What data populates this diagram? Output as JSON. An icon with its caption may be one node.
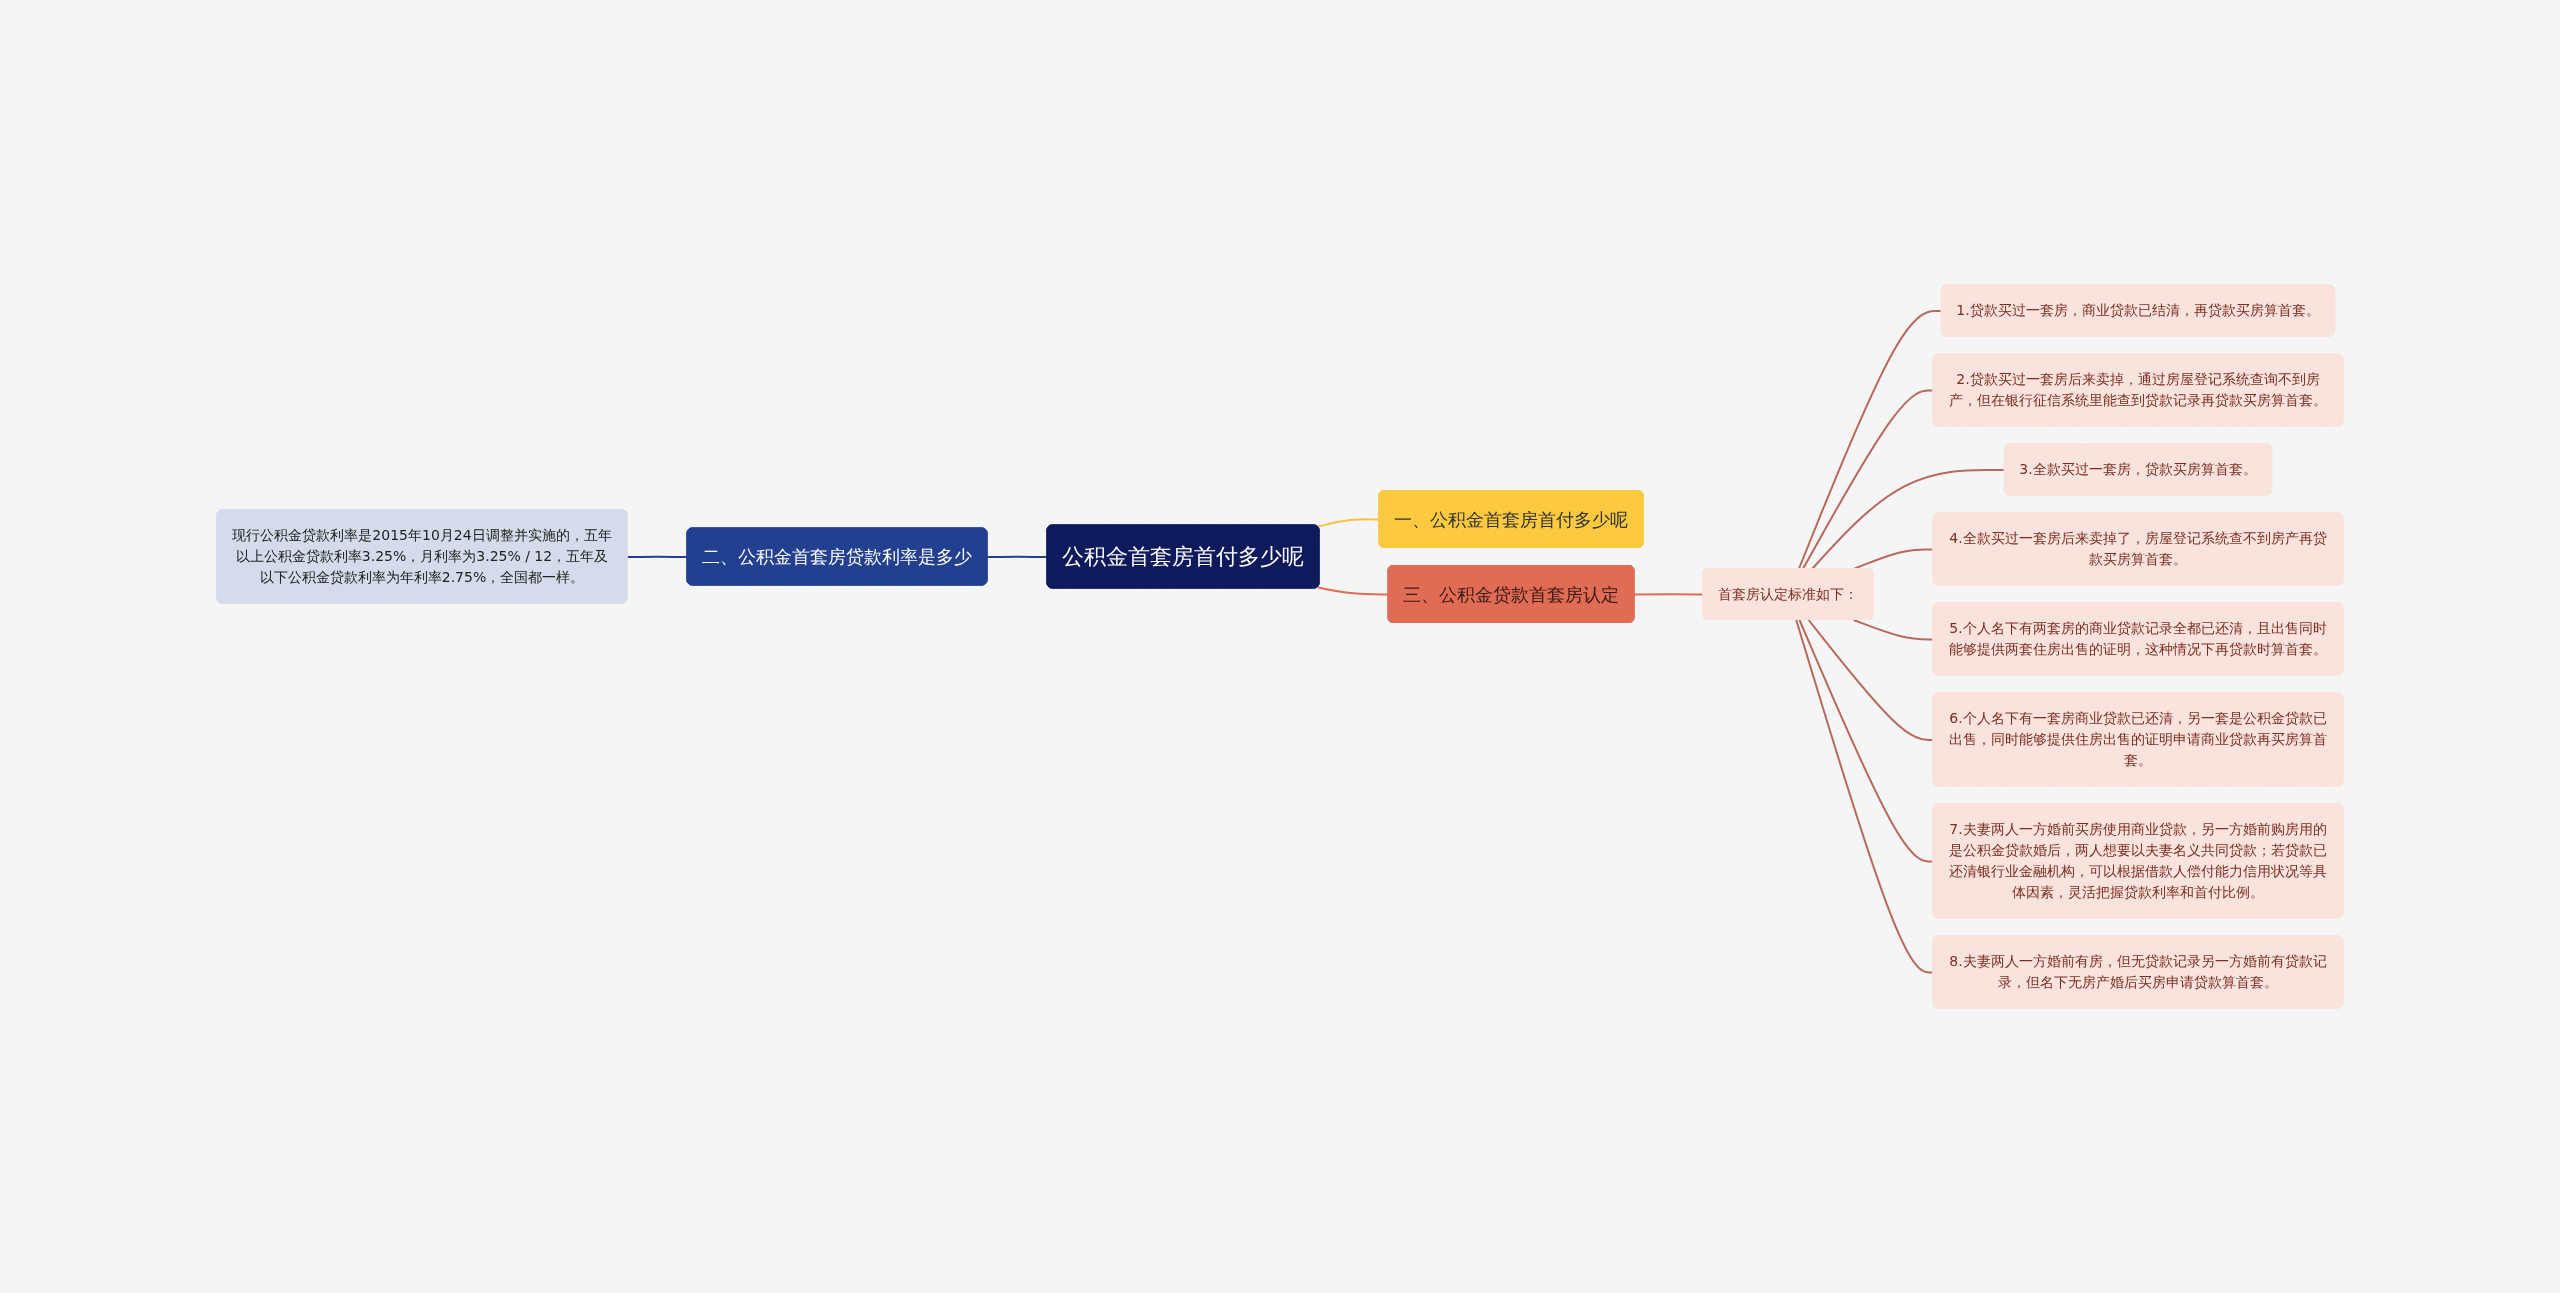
{
  "diagram": {
    "nodes": [
      {
        "text": [
          "公积金首套房首付多少呢"
        ]
      },
      {
        "text": [
          "一、公积金首套房首付多少呢"
        ]
      },
      {
        "text": [
          "二、公积金首套房贷款利率是多少"
        ]
      },
      {
        "text": [
          "现行公积金贷款利率是2015年10月24日调整并实施的，五年以上公积金贷款利率3.25%，月利率为3.25% / 12，五年及以下公积金贷款利率为年利率2.75%，全国都一样。"
        ]
      },
      {
        "text": [
          "三、公积金贷款首套房认定"
        ]
      },
      {
        "text": [
          "首套房认定标准如下："
        ]
      },
      {
        "text": [
          "1.贷款买过一套房，商业贷款已结清，再贷款买房算首套。"
        ]
      },
      {
        "text": [
          "2.贷款买过一套房后来卖掉，通过房屋登记系统查询不到房产，但在银行征信系统里能查到贷款记录再贷款买房算首套。"
        ]
      },
      {
        "text": [
          "3.全款买过一套房，贷款买房算首套。"
        ]
      },
      {
        "text": [
          "4.全款买过一套房后来卖掉了，房屋登记系统查不到房产再贷款买房算首套。"
        ]
      },
      {
        "text": [
          "5.个人名下有两套房的商业贷款记录全都已还清，且出售同时能够提供两套住房出售的证明，这种情况下再贷款时算首套。"
        ]
      },
      {
        "text": [
          "6.个人名下有一套房商业贷款已还清，另一套是公积金贷款已出售，同时能够提供住房出售的证明申请商业贷款再买房算首套。"
        ]
      },
      {
        "text": [
          "7.夫妻两人一方婚前买房使用商业贷款，另一方婚前购房用的是公积金贷款婚后，两人想要以夫妻名义共同贷款；若贷款已还清银行业金融机构，可以根据借款人偿付能力信用状况等具体因素，灵活把握贷款利率和首付比例。"
        ]
      },
      {
        "text": [
          "8.夫妻两人一方婚前有房，但无贷款记录另一方婚前有贷款记录，但名下无房产婚后买房申请贷款算首套。"
        ]
      }
    ],
    "edges": [
      {
        "from": 0,
        "to": 1,
        "arrow": "none",
        "color": "#f5c342"
      },
      {
        "from": 0,
        "to": 2,
        "arrow": "none",
        "color": "#233f8f"
      },
      {
        "from": 2,
        "to": 3,
        "arrow": "none",
        "color": "#233f8f"
      },
      {
        "from": 0,
        "to": 4,
        "arrow": "none",
        "color": "#e06c55"
      },
      {
        "from": 4,
        "to": 5,
        "arrow": "none",
        "color": "#e06c55"
      },
      {
        "from": 5,
        "to": 6,
        "arrow": "none"
      },
      {
        "from": 5,
        "to": 7,
        "arrow": "none"
      },
      {
        "from": 5,
        "to": 8,
        "arrow": "none"
      },
      {
        "from": 5,
        "to": 9,
        "arrow": "none"
      },
      {
        "from": 5,
        "to": 10,
        "arrow": "none"
      },
      {
        "from": 5,
        "to": 11,
        "arrow": "none"
      },
      {
        "from": 5,
        "to": 12,
        "arrow": "none"
      },
      {
        "from": 5,
        "to": 13,
        "arrow": "none"
      }
    ]
  }
}
